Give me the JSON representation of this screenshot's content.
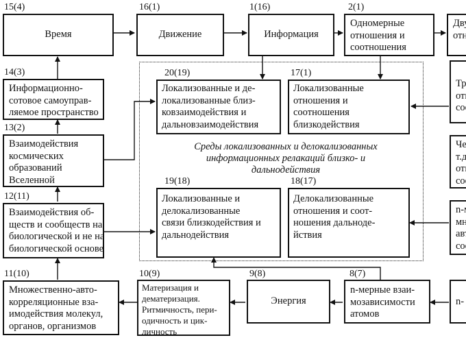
{
  "diagram": {
    "nodes": {
      "n15": {
        "num": "15(4)",
        "lines": [
          "Время"
        ]
      },
      "n16": {
        "num": "16(1)",
        "lines": [
          "Движение"
        ]
      },
      "n1": {
        "num": "1(16)",
        "lines": [
          "Информация"
        ]
      },
      "n2": {
        "num": "2(1)",
        "lines": [
          "Одномерные",
          "отношения и",
          "соотношения"
        ]
      },
      "n2b": {
        "lines": [
          "Дву",
          "отн"
        ]
      },
      "n14": {
        "num": "14(3)",
        "lines": [
          "Информационно-",
          "сотовое самоуправ-",
          "ляемое пространство"
        ]
      },
      "n13": {
        "num": "13(2)",
        "lines": [
          "Взаимодействия",
          "космических",
          "образований",
          "Вселенной"
        ]
      },
      "n12": {
        "num": "12(11)",
        "lines": [
          "Взаимодействия об-",
          "ществ и сообществ на",
          "биологической и не на",
          "биологической основе"
        ]
      },
      "n11": {
        "num": "11(10)",
        "lines": [
          "Множественно-авто-",
          "корреляционные вза-",
          "имодействия молекул,",
          "органов, организмов"
        ]
      },
      "n10": {
        "num": "10(9)",
        "lines": [
          "Материзация и",
          "дематеризация.",
          "Ритмичность, пери-",
          "одичность и цик-",
          "личность"
        ]
      },
      "n9": {
        "num": "9(8)",
        "lines": [
          "Энергия"
        ]
      },
      "n8": {
        "num": "8(7)",
        "lines": [
          "n-мерные взаи-",
          "мозависимости",
          "атомов"
        ]
      },
      "n20": {
        "num": "20(19)",
        "lines": [
          "Локализованные и де-",
          "локализованные близ-",
          "ковзаимодействия и",
          "дальновзаимодействия"
        ]
      },
      "n17": {
        "num": "17(1)",
        "lines": [
          "Локализованные",
          "отношения и",
          "соотношения",
          "близкодействия"
        ]
      },
      "n19": {
        "num": "19(18)",
        "lines": [
          "Локализованные и",
          "делокализованные",
          "связи близкодействия и",
          "дальнодействия"
        ]
      },
      "n18": {
        "num": "18(17)",
        "lines": [
          "Делокализованные",
          "отношения и соот-",
          "ношения дальноде-",
          "йствия"
        ]
      },
      "r1": {
        "lines": [
          "Тре",
          "отн",
          "соо"
        ]
      },
      "r2": {
        "lines": [
          "Чет",
          "т.д.",
          "отн",
          "соо"
        ]
      },
      "r3": {
        "lines": [
          "n-м",
          "мно",
          "авт",
          "соо"
        ]
      },
      "r4": {
        "lines": [
          "n-"
        ]
      }
    },
    "center_caption": [
      "Среды  локализованных  и  делокализованных",
      "информационных  релакаций  близко-  и",
      "дальнодействия"
    ]
  }
}
